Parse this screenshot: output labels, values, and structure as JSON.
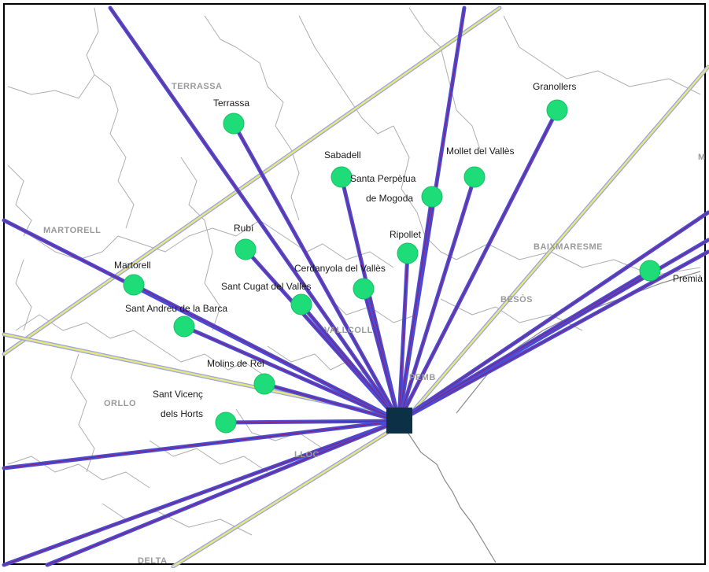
{
  "map": {
    "hub": {
      "name": "",
      "color": "#0c3146"
    },
    "cities": [
      {
        "name": "Granollers"
      },
      {
        "name": "Terrassa"
      },
      {
        "name": "Sabadell"
      },
      {
        "name": "Mollet del Vallès"
      },
      {
        "name": "Santa Perpètua",
        "name2": "de Mogoda"
      },
      {
        "name": "Rubí"
      },
      {
        "name": "Ripollet"
      },
      {
        "name": "Martorell"
      },
      {
        "name": "Cerdanyola del Vallès"
      },
      {
        "name": "Sant Cugat del Vallès"
      },
      {
        "name": "Premià"
      },
      {
        "name": "Sant Andreu de la Barca"
      },
      {
        "name": "Molins de Rei"
      },
      {
        "name": "Sant Vicenç",
        "name2": "dels Horts"
      }
    ],
    "regions": [
      {
        "name": "TERRASSA"
      },
      {
        "name": "MARTORELL"
      },
      {
        "name": "BAIXMARESME"
      },
      {
        "name": "BESÒS"
      },
      {
        "name": "VALLCOLL"
      },
      {
        "name": "PEMB"
      },
      {
        "name": "ORLLO"
      },
      {
        "name": "LLOC"
      },
      {
        "name": "DELTA"
      },
      {
        "name": "M"
      }
    ],
    "colors": {
      "route_line": "#4b4bd6",
      "route_core": "#8a1f6a",
      "highlight_line": "#e6e67a",
      "city_dot": "#1edc78",
      "boundary": "#aeaeae"
    }
  }
}
